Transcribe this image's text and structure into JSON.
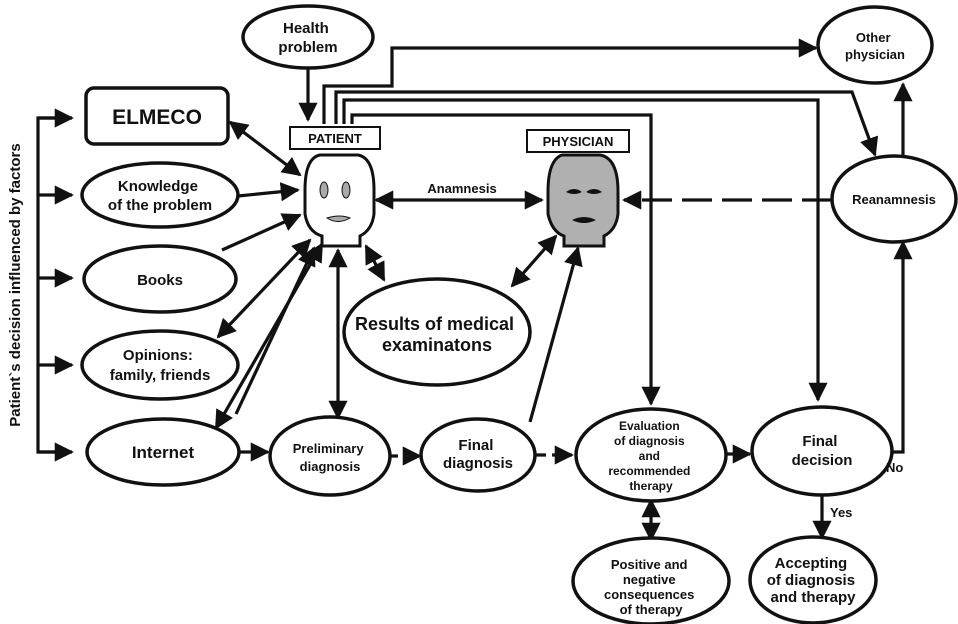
{
  "nodes": {
    "health_problem": [
      "Health",
      "problem"
    ],
    "elmeco": [
      "ELMECO"
    ],
    "knowledge": [
      "Knowledge",
      "of the problem"
    ],
    "books": [
      "Books"
    ],
    "opinions": [
      "Opinions:",
      "family, friends"
    ],
    "internet": [
      "Internet"
    ],
    "preliminary": [
      "Preliminary",
      "diagnosis"
    ],
    "final_diagnosis": [
      "Final",
      "diagnosis"
    ],
    "evaluation": [
      "Evaluation",
      "of diagnosis",
      "and",
      "recommended",
      "therapy"
    ],
    "final_decision": [
      "Final",
      "decision"
    ],
    "other_physician": [
      "Other",
      "physician"
    ],
    "reanamnesis": [
      "Reanamnesis"
    ],
    "results": [
      "Results of medical",
      "examinatons"
    ],
    "consequences": [
      "Positive and",
      "negative",
      "consequences",
      "of therapy"
    ],
    "accepting": [
      "Accepting",
      "of diagnosis",
      "and therapy"
    ]
  },
  "labels": {
    "patient": "PATIENT",
    "physician": "PHYSICIAN",
    "anamnesis": "Anamnesis",
    "no": "No",
    "yes": "Yes",
    "side_label": "Patient`s decision influenced by factors"
  },
  "colors": {
    "line": "#111111",
    "physician_head": "#b0b0b0",
    "patient_head": "#ffffff"
  }
}
